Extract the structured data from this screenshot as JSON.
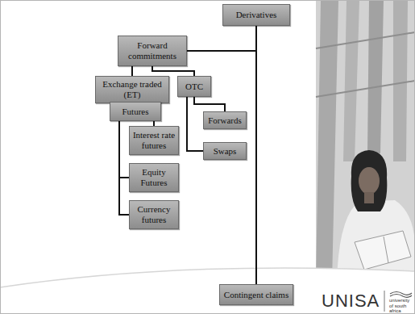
{
  "diagram": {
    "nodes": [
      {
        "text": [
          "Derivatives"
        ]
      },
      {
        "text": [
          "Forward commitments"
        ]
      },
      {
        "text": [
          "Exchange traded (ET)"
        ]
      },
      {
        "text": [
          "OTC"
        ]
      },
      {
        "text": [
          "Futures"
        ]
      },
      {
        "text": [
          "Forwards"
        ]
      },
      {
        "text": [
          "Swaps"
        ]
      },
      {
        "text": [
          "Interest rate futures"
        ]
      },
      {
        "text": [
          "Equity Futures"
        ]
      },
      {
        "text": [
          "Currency futures"
        ]
      },
      {
        "text": [
          "Contingent claims"
        ]
      }
    ],
    "edges": [
      {
        "from": 0,
        "to": 1,
        "arrow": "none"
      },
      {
        "from": 0,
        "to": 10,
        "arrow": "none"
      },
      {
        "from": 1,
        "to": 2,
        "arrow": "none"
      },
      {
        "from": 1,
        "to": 3,
        "arrow": "none"
      },
      {
        "from": 2,
        "to": 4,
        "arrow": "none"
      },
      {
        "from": 3,
        "to": 5,
        "arrow": "none"
      },
      {
        "from": 3,
        "to": 6,
        "arrow": "none"
      },
      {
        "from": 4,
        "to": 7,
        "arrow": "none"
      },
      {
        "from": 4,
        "to": 8,
        "arrow": "none"
      },
      {
        "from": 4,
        "to": 9,
        "arrow": "none"
      }
    ],
    "labels": [
      "UNISA",
      "university of south africa"
    ]
  }
}
